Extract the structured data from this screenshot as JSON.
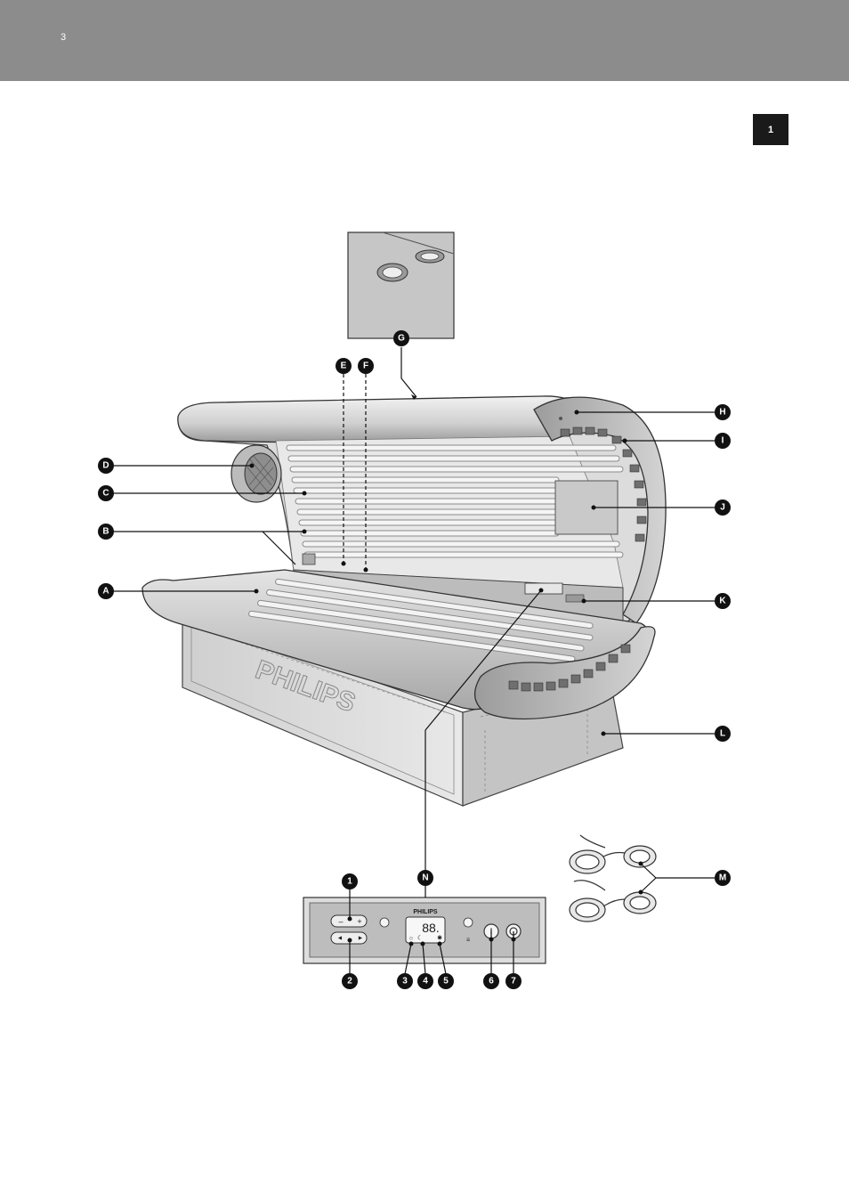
{
  "header": {
    "page_number": "3"
  },
  "section_tab": "1",
  "diagram": {
    "callouts": {
      "A": "A",
      "B": "B",
      "C": "C",
      "D": "D",
      "E": "E",
      "F": "F",
      "G": "G",
      "H": "H",
      "I": "I",
      "J": "J",
      "K": "K",
      "L": "L",
      "M": "M",
      "N": "N"
    },
    "panel_callouts": {
      "n1": "1",
      "n2": "2",
      "n3": "3",
      "n4": "4",
      "n5": "5",
      "n6": "6",
      "n7": "7"
    },
    "base_logo": "PHILIPS",
    "control_panel": {
      "brand": "PHILIPS",
      "display": "88.",
      "minus": "–",
      "plus": "+",
      "left": "◄",
      "right": "►",
      "icon_sun": "☼",
      "icon_moon": "☾",
      "icon_fan": "✱",
      "icon_bars": "≡",
      "power": "I"
    }
  },
  "colors": {
    "header": "#8c8c8c",
    "tab": "#1a1a1a",
    "callout": "#111111",
    "panel": "#bdbdbd",
    "inset": "#c8c8c8"
  }
}
